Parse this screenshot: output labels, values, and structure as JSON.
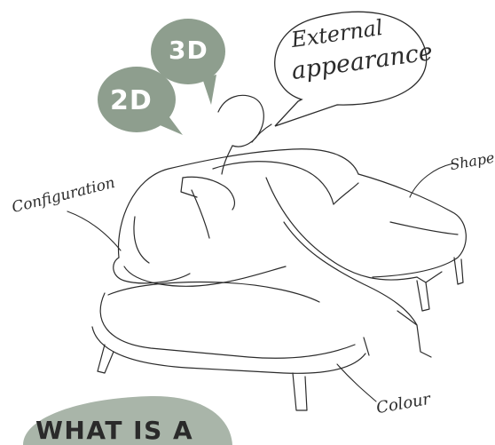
{
  "bubbles": {
    "label_3d": "3D",
    "label_2d": "2D",
    "color": "#8e9e8e"
  },
  "speech": {
    "line1": "External",
    "line2": "appearance"
  },
  "callouts": {
    "configuration": "Configuration",
    "shape": "Shape",
    "colour": "Colour"
  },
  "headline": {
    "text": "WHAT IS A"
  },
  "colors": {
    "accent_green": "#8e9e8e",
    "ink": "#2b2b2b"
  }
}
